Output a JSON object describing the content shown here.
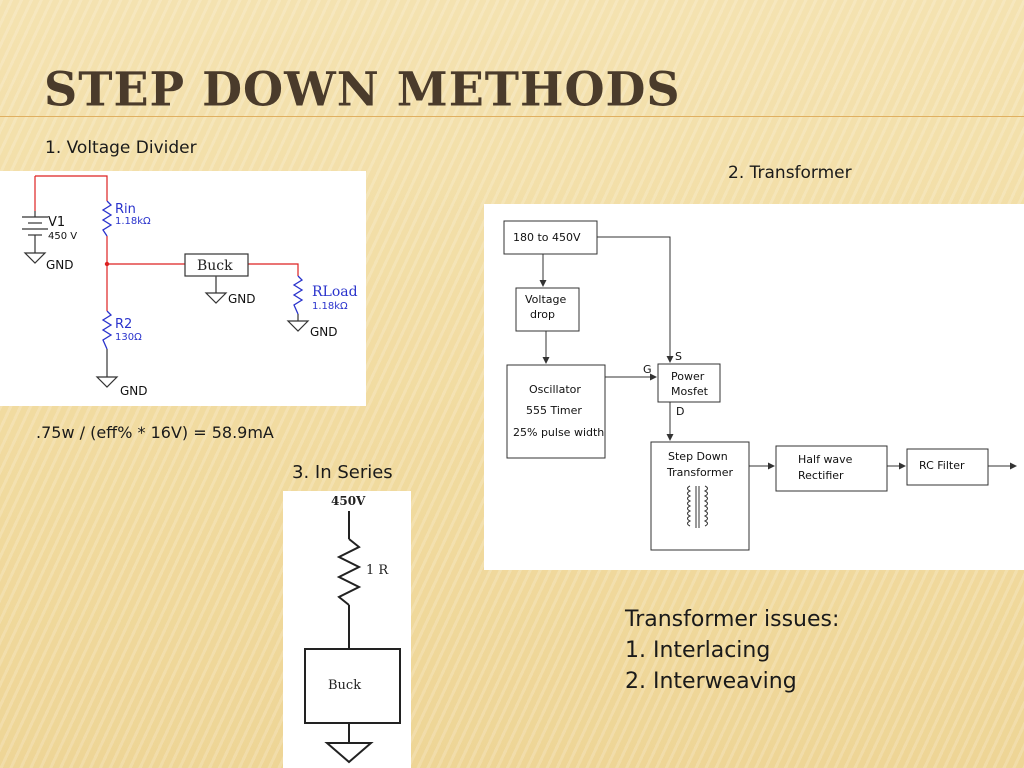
{
  "slide": {
    "title": "Step Down Methods",
    "method1_label": "1. Voltage Divider",
    "method2_label": "2. Transformer",
    "method3_label": "3. In Series",
    "formula": ".75w / (eff% * 16V) = 58.9mA"
  },
  "divider_circuit": {
    "source_name": "V1",
    "source_value": "450 V",
    "rin_name": "Rin",
    "rin_value": "1.18kΩ",
    "r2_name": "R2",
    "r2_value": "130Ω",
    "buck": "Buck",
    "rload_name": "RLoad",
    "rload_value": "1.18kΩ",
    "gnd": "GND"
  },
  "transformer_diagram": {
    "input": "180 to 450V",
    "voltage_drop_1": "Voltage",
    "voltage_drop_2": "drop",
    "osc_1": "Oscillator",
    "osc_2": "555 Timer",
    "osc_3": "25% pulse width",
    "mosfet_1": "Power",
    "mosfet_2": "Mosfet",
    "pin_s": "S",
    "pin_g": "G",
    "pin_d": "D",
    "xfmr_1": "Step Down",
    "xfmr_2": "Transformer",
    "rect_1": "Half wave",
    "rect_2": "Rectifier",
    "filter": "RC Filter"
  },
  "series_circuit": {
    "voltage": "450V",
    "resistor": "1 R",
    "buck": "Buck"
  },
  "transformer_issues": {
    "heading": "Transformer issues:",
    "items": [
      "1. Interlacing",
      "2. Interweaving"
    ]
  }
}
